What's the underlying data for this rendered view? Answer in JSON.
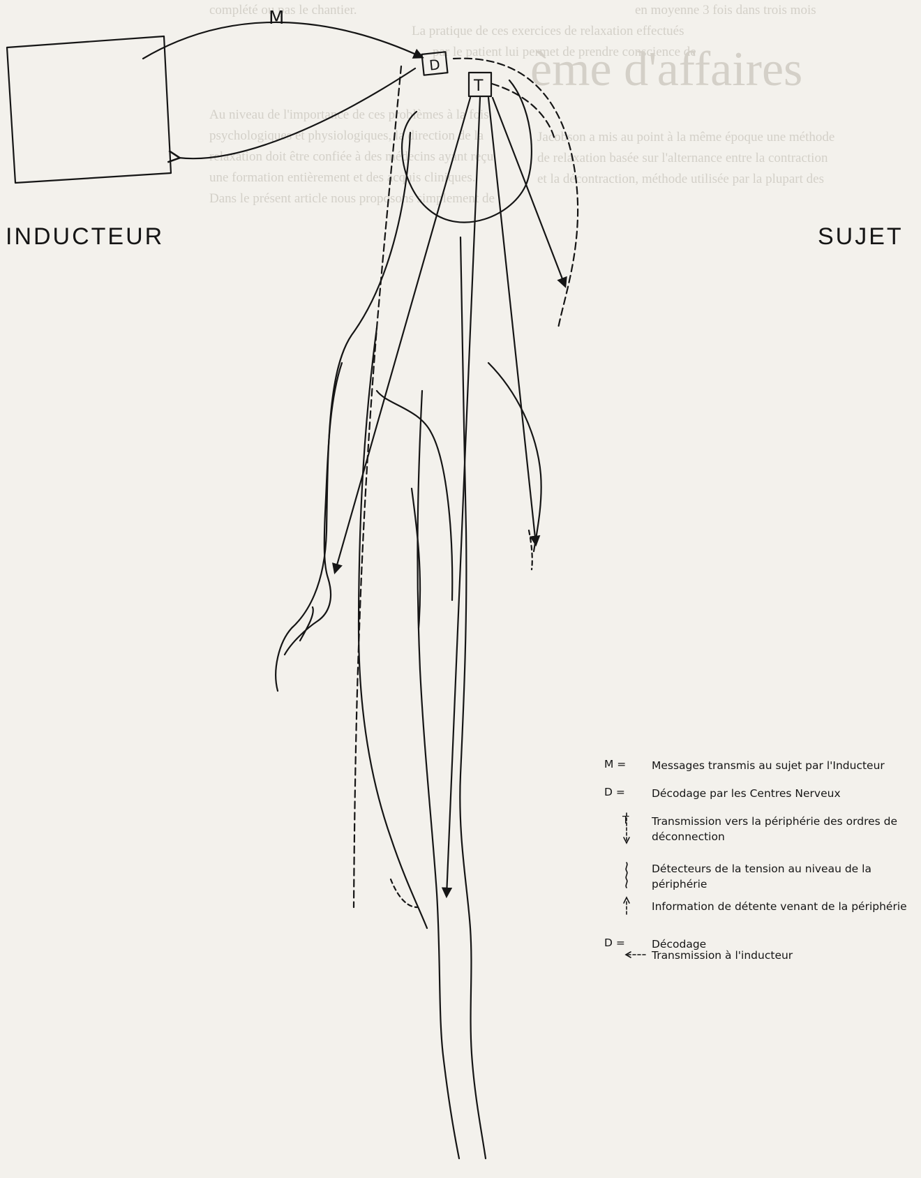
{
  "labels": {
    "inductor": "INDUCTEUR",
    "subject": "SUJET",
    "box_m": "M",
    "box_d": "D",
    "box_t": "T"
  },
  "legend": [
    {
      "symbol": "M =",
      "text": "Messages transmis au sujet par l'Inducteur"
    },
    {
      "symbol": "D =",
      "text": "Décodage par les Centres Nerveux"
    },
    {
      "symbol": "T",
      "text": "Transmission vers la périphérie des ordres de déconnection"
    },
    {
      "symbol": "",
      "text": "Détecteurs de la tension au niveau de la périphérie"
    },
    {
      "symbol": "",
      "text": "Information de détente venant de la périphérie"
    },
    {
      "symbol": "D =",
      "text": "Décodage"
    },
    {
      "symbol": "",
      "text": "Transmission à l'inducteur"
    }
  ],
  "background_text": {
    "heading": "ème d'affaires",
    "lines": [
      "complété ou pas le chantier.",
      "La pratique de ces exercices de relaxation effectués",
      "par le patient lui permet de prendre conscience de",
      "Au niveau de l'importance de ces problèmes à la fois",
      "psychologiques et physiologiques, la direction de la",
      "relaxation doit être confiée à des médecins ayant reçu",
      "une formation entièrement et des acquis cliniques.",
      "Dans le présent article nous proposons simplement de",
      "Jacobson a mis au point à la même époque une méthode",
      "de relaxation basée sur l'alternance entre la contraction",
      "et la décontraction, méthode utilisée par la plupart des",
      "en moyenne 3 fois dans trois mois"
    ]
  },
  "colors": {
    "ink": "#151515",
    "paper": "#f3f1ec",
    "ghost": "#c9c5bd"
  }
}
